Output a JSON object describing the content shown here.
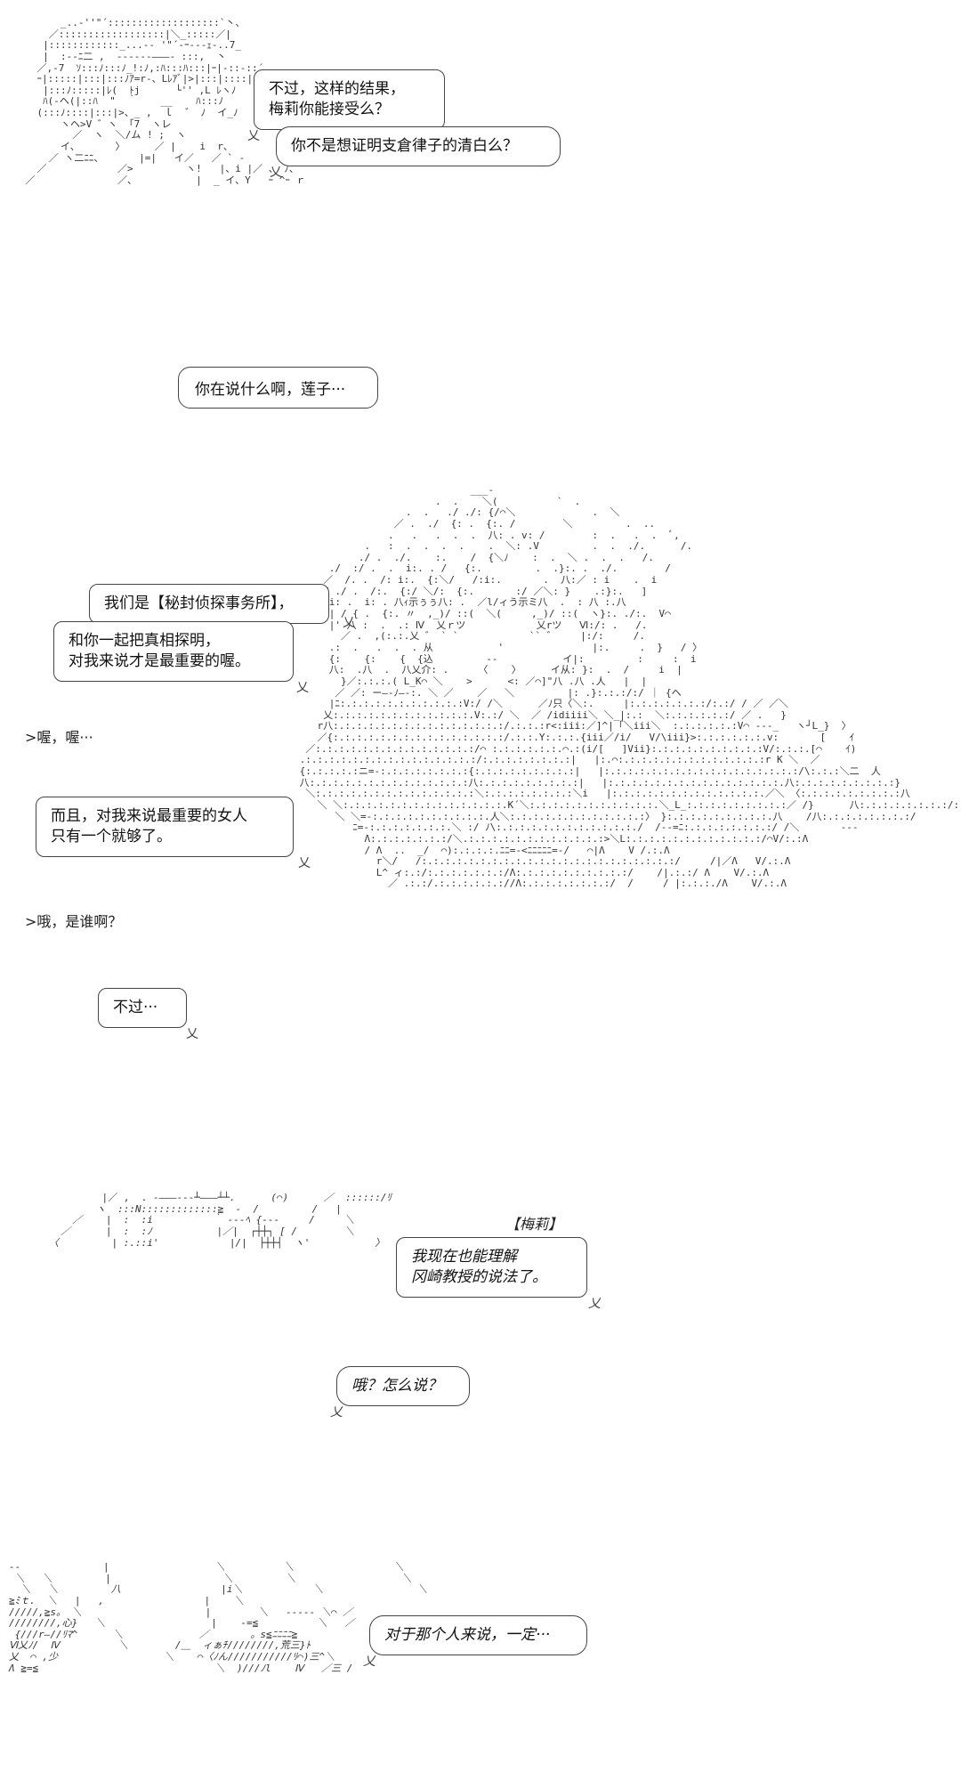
{
  "panel1": {
    "bubble_a": {
      "lines": [
        "不过，这样的结果，",
        "梅莉你能接受么？"
      ]
    },
    "bubble_b": {
      "text": "你不是想证明支倉律子的清白么？"
    }
  },
  "panel2": {
    "bubble": {
      "text": "你在说什么啊，莲子···"
    }
  },
  "panel3": {
    "bubble_a": {
      "text": "我们是【秘封侦探事务所】，"
    },
    "bubble_b": {
      "lines": [
        "和你一起把真相探明，",
        "对我来说才是最重要的喔。"
      ]
    },
    "narration_a": ">喔，喔···",
    "bubble_c": {
      "lines": [
        "而且，对我来说最重要的女人",
        "只有一个就够了。"
      ]
    },
    "narration_b": ">哦，是谁啊？",
    "bubble_d": {
      "text": "不过···"
    }
  },
  "panel4": {
    "speaker": "【梅莉】",
    "bubble_a": {
      "lines": [
        "我现在也能理解",
        "冈崎教授的说法了。"
      ]
    },
    "bubble_b": {
      "text": "哦？怎么说？"
    }
  },
  "panel5": {
    "bubble": {
      "text": "对于那个人来说，一定···"
    }
  }
}
